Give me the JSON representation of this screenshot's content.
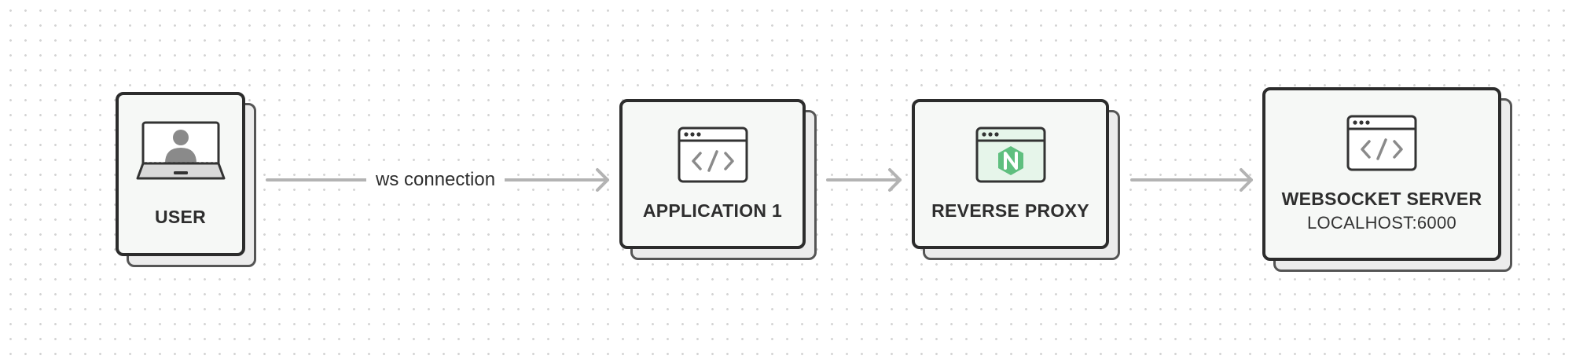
{
  "diagram": {
    "nodes": {
      "user": {
        "label": "USER",
        "icon": "user-laptop-icon"
      },
      "application": {
        "label": "APPLICATION 1",
        "icon": "code-window-icon"
      },
      "proxy": {
        "label": "REVERSE PROXY",
        "icon": "nginx-window-icon"
      },
      "server": {
        "label": "WEBSOCKET SERVER",
        "sublabel": "LOCALHOST:6000",
        "icon": "code-window-icon"
      }
    },
    "edges": {
      "user_to_application": {
        "label": "ws connection"
      }
    },
    "colors": {
      "node_border": "#2c2c2c",
      "node_fill": "#f6f8f6",
      "arrow": "#b3b3b3",
      "nginx_green": "#5fbf7f",
      "icon_gray": "#8a8a8a"
    }
  }
}
